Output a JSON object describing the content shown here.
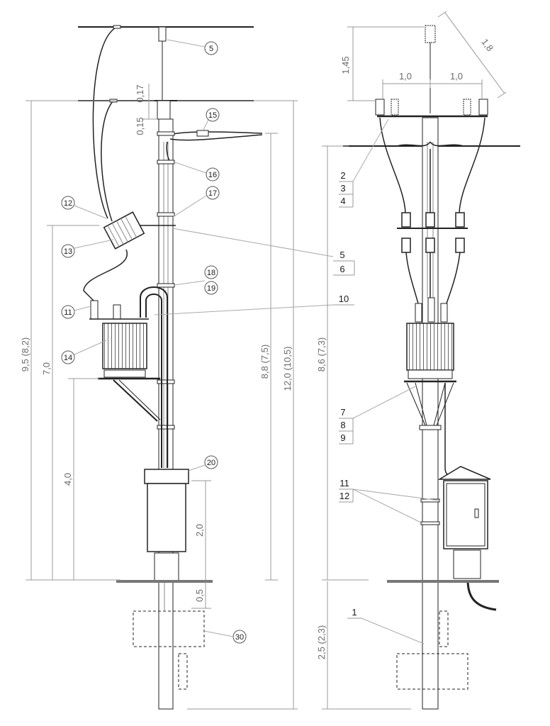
{
  "left_view": {
    "callouts": [
      {
        "id": "c5",
        "text": "5"
      },
      {
        "id": "c15",
        "text": "15"
      },
      {
        "id": "c16",
        "text": "16"
      },
      {
        "id": "c17",
        "text": "17"
      },
      {
        "id": "c12",
        "text": "12"
      },
      {
        "id": "c13",
        "text": "13"
      },
      {
        "id": "c18",
        "text": "18"
      },
      {
        "id": "c19",
        "text": "19"
      },
      {
        "id": "c11",
        "text": "11"
      },
      {
        "id": "c14",
        "text": "14"
      },
      {
        "id": "c20",
        "text": "20"
      },
      {
        "id": "c30",
        "text": "30"
      }
    ],
    "dimensions": {
      "d017": "0,17",
      "d015": "0,15",
      "d95": "9,5 (8,2)",
      "d70": "7,0",
      "d40": "4,0",
      "d88": "8,8 (7,5)",
      "d120": "12,0 (10,5)",
      "d20": "2,0",
      "d05": "0,5"
    }
  },
  "center_labels": {
    "a": "5",
    "b": "6",
    "c": "10"
  },
  "right_view": {
    "dimensions": {
      "d145": "1,45",
      "d18": "1,8",
      "d10a": "1,0",
      "d10b": "1,0",
      "d86": "8,6 (7,3)",
      "d25": "2,5 (2,3)"
    },
    "labels": {
      "l2": "2",
      "l3": "3",
      "l4": "4",
      "l7": "7",
      "l8": "8",
      "l9": "9",
      "l11": "11",
      "l12": "12",
      "l1": "1"
    }
  }
}
